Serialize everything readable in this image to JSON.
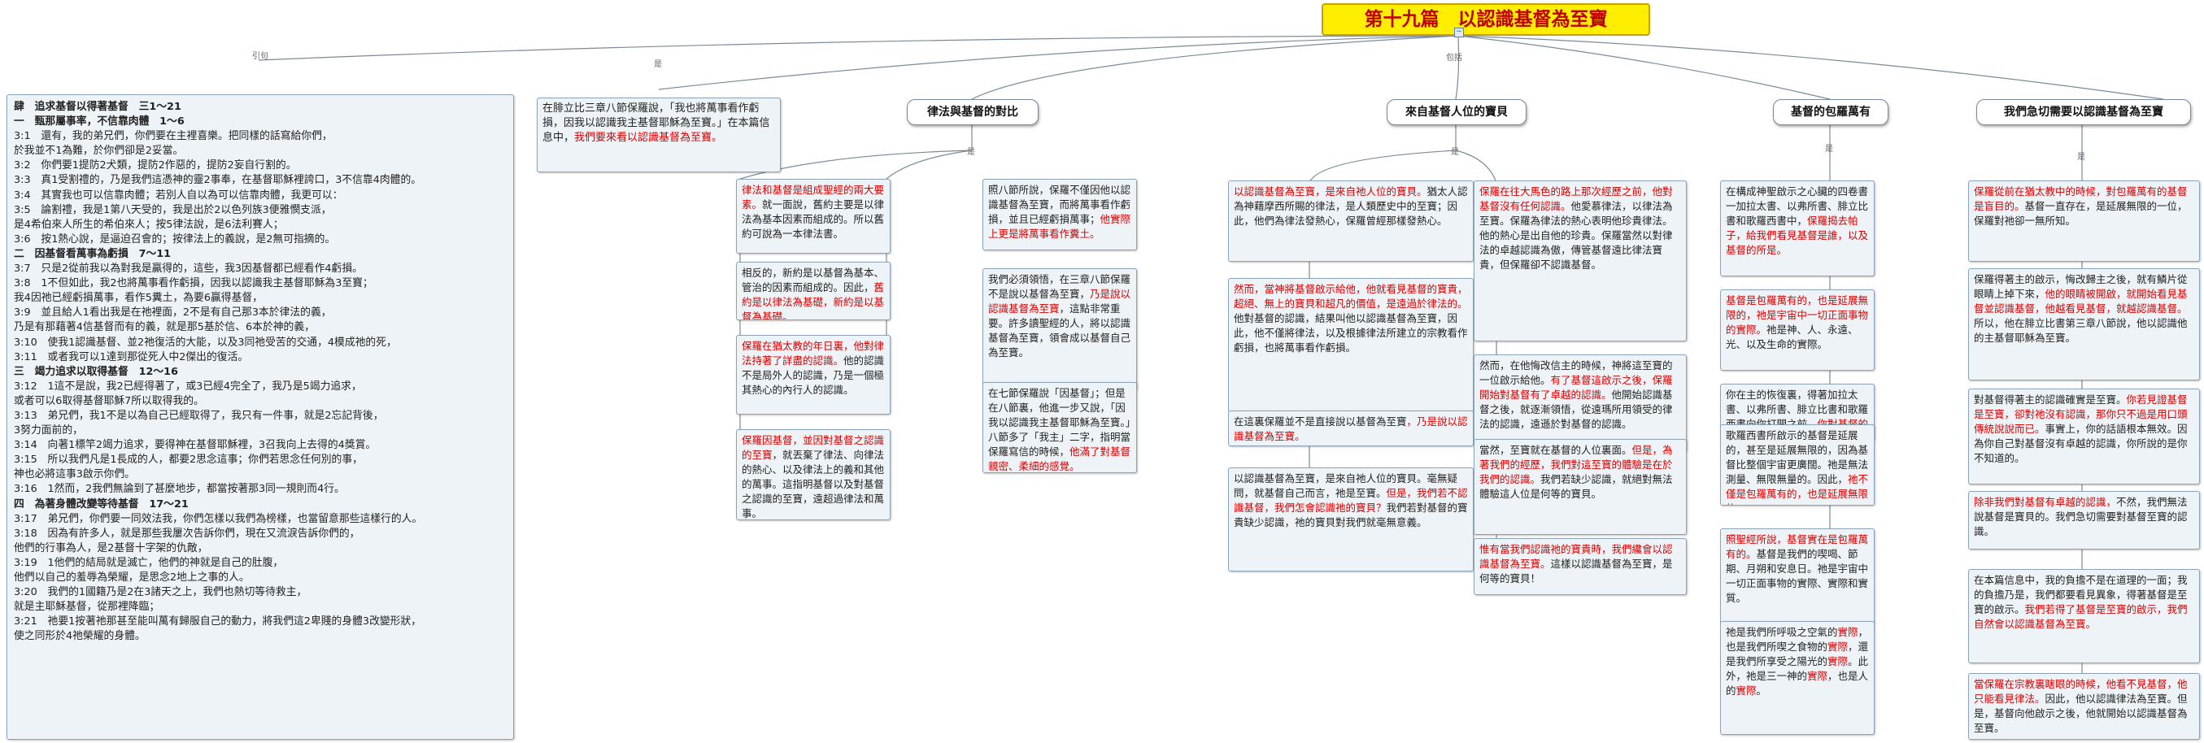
{
  "title": "第十九篇　以認識基督為至寶",
  "edges": {
    "quote": "引句",
    "is": "是",
    "includes": "包括"
  },
  "quote_box": {
    "lines": [
      {
        "t": "肆　追求基督以得著基督　三1～21",
        "h": true
      },
      {
        "t": "一　甄那屬事率，不信靠肉體　1～6",
        "h": true
      },
      {
        "t": "3:1　還有，我的弟兄們，你們要在主裡喜樂。把同樣的話寫給你們，"
      },
      {
        "t": "於我並不1為難，於你們卻是2妥當。"
      },
      {
        "t": "3:2　你們要1提防2犬類，提防2作惡的，提防2妄自行割的。"
      },
      {
        "t": "3:3　真1受割禮的，乃是我們這憑神的靈2事奉，在基督耶穌裡誇口，3不信靠4肉體的。"
      },
      {
        "t": "3:4　其實我也可以信靠肉體；若別人自以為可以信靠肉體，我更可以："
      },
      {
        "t": "3:5　論割禮，我是1第八天受的，我是出於2以色列族3便雅憫支派，"
      },
      {
        "t": "是4希伯來人所生的希伯來人；按5律法說，是6法利賽人；"
      },
      {
        "t": "3:6　按1熱心說，是逼迫召會的；按律法上的義說，是2無可指摘的。"
      },
      {
        "t": "二　因基督看萬事為虧損　7～11",
        "h": true
      },
      {
        "t": "3:7　只是2從前我以為對我是贏得的，這些，我3因基督都已經看作4虧損。"
      },
      {
        "t": "3:8　1不但如此，我2也將萬事看作虧損，因我以認識我主基督耶穌為3至寶；"
      },
      {
        "t": "我4因祂已經虧損萬事，看作5糞土，為要6贏得基督，"
      },
      {
        "t": "3:9　並且給人1看出我是在祂裡面，2不是有自己那3本於律法的義，"
      },
      {
        "t": "乃是有那藉著4信基督而有的義，就是那5基於信、6本於神的義，"
      },
      {
        "t": "3:10　使我1認識基督、並2祂復活的大能，以及3同祂受苦的交通，4模成祂的死，"
      },
      {
        "t": "3:11　或者我可以1達到那從死人中2傑出的復活。"
      },
      {
        "t": "三　竭力追求以取得基督　12～16",
        "h": true
      },
      {
        "t": "3:12　1這不是說，我2已經得著了，或3已經4完全了，我乃是5竭力追求，"
      },
      {
        "t": "或者可以6取得基督耶穌7所以取得我的。"
      },
      {
        "t": "3:13　弟兄們，我1不是以為自己已經取得了，我只有一件事，就是2忘記背後，"
      },
      {
        "t": "3努力面前的，"
      },
      {
        "t": "3:14　向著1標竿2竭力追求，要得神在基督耶穌裡，3召我向上去得的4獎賞。"
      },
      {
        "t": "3:15　所以我們凡是1長成的人，都要2思念這事；你們若思念任何別的事，"
      },
      {
        "t": "神也必將這事3啟示你們。"
      },
      {
        "t": "3:16　1然而，2我們無論到了甚麼地步，都當按著那3同一規則而4行。"
      },
      {
        "t": "四　為著身體改變等待基督　17～21",
        "h": true
      },
      {
        "t": "3:17　弟兄們，你們要一同效法我，你們怎樣以我們為榜樣，也當留意那些這樣行的人。"
      },
      {
        "t": "3:18　因為有許多人，就是那些我屢次告訴你們，現在又流淚告訴你們的，"
      },
      {
        "t": "他們的行事為人，是2基督十字架的仇敵，"
      },
      {
        "t": "3:19　1他們的結局就是滅亡，他們的神就是自己的肚腹，"
      },
      {
        "t": "他們以自己的羞辱為榮耀，是思念2地上之事的人。"
      },
      {
        "t": "3:20　我們的1國籍乃是2在3諸天之上，我們也熱切等待救主，"
      },
      {
        "t": "就是主耶穌基督，從那裡降臨；"
      },
      {
        "t": "3:21　祂要1按著祂那甚至能叫萬有歸服自己的動力，將我們這2卑賤的身體3改變形狀，"
      },
      {
        "t": "使之同形於4祂榮耀的身體。"
      }
    ]
  },
  "intro_box": {
    "black": "在腓立比三章八節保羅說，「我也將萬事看作虧損，因我以認識我主基督耶穌為至寶。」在本篇信息中，",
    "red": "我們要來看以認識基督為至寶。"
  },
  "topics": [
    "律法與基督的對比",
    "來自基督人位的寶貝",
    "基督的包羅萬有",
    "我們急切需要以認識基督為至寶"
  ],
  "col1a": [
    {
      "red": "律法和基督是組成聖經的兩大要素。",
      "black": "就一面說，舊約主要是以律法為基本因素而組成的。所以舊約可說為一本律法書。"
    },
    {
      "black": "相反的，新約是以基督為基本、管治的因素而組成的。因此，",
      "red": "舊約是以律法為基礎，新約是以基督為基礎。"
    },
    {
      "red": "保羅在猶太教的年日裏，他對律法持著了詳盡的認識。",
      "black": "他的認識不是局外人的認識，乃是一個極其熱心的內行人的認識。"
    },
    {
      "red": "保羅因基督，並因對基督之認識的至寶",
      "black": "，就丟棄了律法、向律法的熱心、以及律法上的義和其他的萬事。這指明基督以及對基督之認識的至寶，遠超過律法和萬事。"
    }
  ],
  "col1b": [
    {
      "black": "照八節所說，保羅不僅因他以認識基督為至寶，而將萬事看作虧損，並且已經虧損萬事；",
      "red": "他實際上更是將萬事看作糞土。"
    },
    {
      "black": "我們必須領悟，在三章八節保羅不是說以基督為至寶，",
      "red": "乃是說以認識基督為至寶",
      "black2": "，這點非常重要。許多讀聖經的人，將以認識基督為至寶，領會成以基督自己為至寶。"
    },
    {
      "black": "在七節保羅說「因基督」；但是在八節裏，他進一步又說，「因我以認識我主基督耶穌為至寶。」八節多了「我主」二字，指明當保羅寫信的時候，",
      "red": "他滿了對基督親密、柔細的感覺。"
    }
  ],
  "col2a": [
    {
      "red": "以認識基督為至寶，是來自祂人位的寶貝。",
      "black": "猶太人認為神藉摩西所賜的律法，是人類歷史中的至寶；因此，他們為律法發熱心，保羅曾經那樣發熱心。"
    },
    {
      "red": "然而，當神將基督啟示給他，他就看見基督的寶貴，超絕、無上的寶貝和超凡的價值，是遠過於律法的。",
      "black": "他對基督的認識，結果叫他以認識基督為至寶，因此，他不僅將律法，以及根據律法所建立的宗教看作虧損，也將萬事看作虧損。"
    },
    {
      "black": "在這裏保羅並不是直接說以基督為至寶",
      "red": "，乃是說以認識基督為至寶。"
    },
    {
      "black": "以認識基督為至寶，是來自祂人位的寶貝。毫無疑問，就基督自己而言，祂是至寶。",
      "red": "但是，我們若不認識基督，我們怎會認識祂的寶貝？",
      "black2": "我們若對基督的寶貴缺少認識，祂的寶貝對我們就毫無意義。"
    }
  ],
  "col2b": [
    {
      "red": "保羅在往大馬色的路上那次經歷之前，他對基督沒有任何認識。",
      "black": "他愛慕律法，以律法為至寶。保羅為律法的熱心表明他珍貴律法。他的熱心是出自他的珍貴。保羅當然以對律法的卓越認識為傲，傳管基督遠比律法寶貴，但保羅卻不認識基督。"
    },
    {
      "black": "然而，在他悔改信主的時候，神將這至寶的一位啟示給他。",
      "red": "有了基督這啟示之後，保羅開始對基督有了卓越的認識。",
      "black2": "他開始認識基督之後，就逐漸領悟，從遠瑪所用領受的律法的認識，遠遜於對基督的認識。"
    },
    {
      "black": "當然，至寶就在基督的人位裏面。",
      "red": "但是，為著我們的經歷，我們對這至寶的體驗是在於我們的認識。",
      "black2": "我們若缺少認識，就絕對無法體驗這人位是何等的寶貝。"
    },
    {
      "red": "惟有當我們認識祂的寶貴時，我們纔會以認識基督為至寶。",
      "black": "這樣以認識基督為至寶，是何等的寶貝！"
    }
  ],
  "col3": [
    {
      "black": "在構成神聖啟示之心臟的四卷書一加拉太書、以弗所書、腓立比書和歌羅西書中，",
      "red": "保羅揭去帕子，給我們看見基督是誰，以及基督的所是。"
    },
    {
      "red": "基督是包羅萬有的，也是延展無限的，祂是宇宙中一切正面事物的實際。",
      "black": "祂是神、人、永遠、光、以及生命的實際。"
    },
    {
      "black": "你在主的恢復裏，得著加拉太書、以弗所書、腓立比書和歌羅西書向你打開之前，",
      "red": "你對基督的認識到甚麼程度？"
    },
    {
      "black": "歌羅西書所啟示的基督是延展的，甚至是延展無限的，因為基督比整個宇宙更廣闊。祂是無法測量、無限無量的。因此，",
      "red": "祂不僅是包羅萬有的，也是延展無限的。"
    },
    {
      "red": "照聖經所說，基督實在是包羅萬有的。",
      "black": "基督是我們的喫喝、節期、月朔和安息日。祂是宇宙中一切正面事物的實際、實際和實質。"
    },
    {
      "black": "祂是我們所呼吸之空氣的",
      "red": "實際",
      "black2": "，也是我們所喫之食物的",
      "red2": "實際",
      "black3": "，還是我們所享受之陽光的",
      "red3": "實際",
      "black4": "。此外，祂是三一神的",
      "red4": "實際",
      "black5": "，也是人的",
      "red5": "實際",
      "black6": "。"
    }
  ],
  "col4": [
    {
      "red": "保羅從前在猶太教中的時候，對包羅萬有的基督是盲目的。",
      "black": "基督一直存在，是延展無限的一位，保羅對祂卻一無所知。"
    },
    {
      "black": "保羅得著主的啟示，悔改歸主之後，就有鱗片從眼睛上掉下來，",
      "red": "他的眼睛被開啟，就開始看見基督並認識基督，他越看見基督，就越認識基督。",
      "black2": "所以，他在腓立比書第三章八節說，他以認識他的主基督耶穌為至寶。"
    },
    {
      "black": "對基督得著主的認識確實是至寶。",
      "red": "你若見證基督是至寶，卻對祂沒有認識，那你只不過是用口頭傳統說說而已。",
      "black2": "事實上，你的話語根本無效。因為你自己對基督沒有卓越的認識，你所說的是你不知道的。"
    },
    {
      "red": "除非我們對基督有卓越的認識，",
      "black": "不然，我們無法說基督是寶貝的。我們急切需要對基督至寶的認識。"
    },
    {
      "black": "在本篇信息中，我的負擔不是在道理的一面；我的負擔乃是，我們都要看見異象，得著基督是至寶的啟示。",
      "red": "我們若得了基督是至寶的啟示，我們自然會以認識基督為至寶。"
    },
    {
      "red": "當保羅在宗教裏瞎眼的時候，他看不見基督，他只能看見律法。",
      "black": "因此，他以認識律法為至寶。但是，基督向他啟示之後，他就開始以認識基督為至寶。"
    }
  ]
}
